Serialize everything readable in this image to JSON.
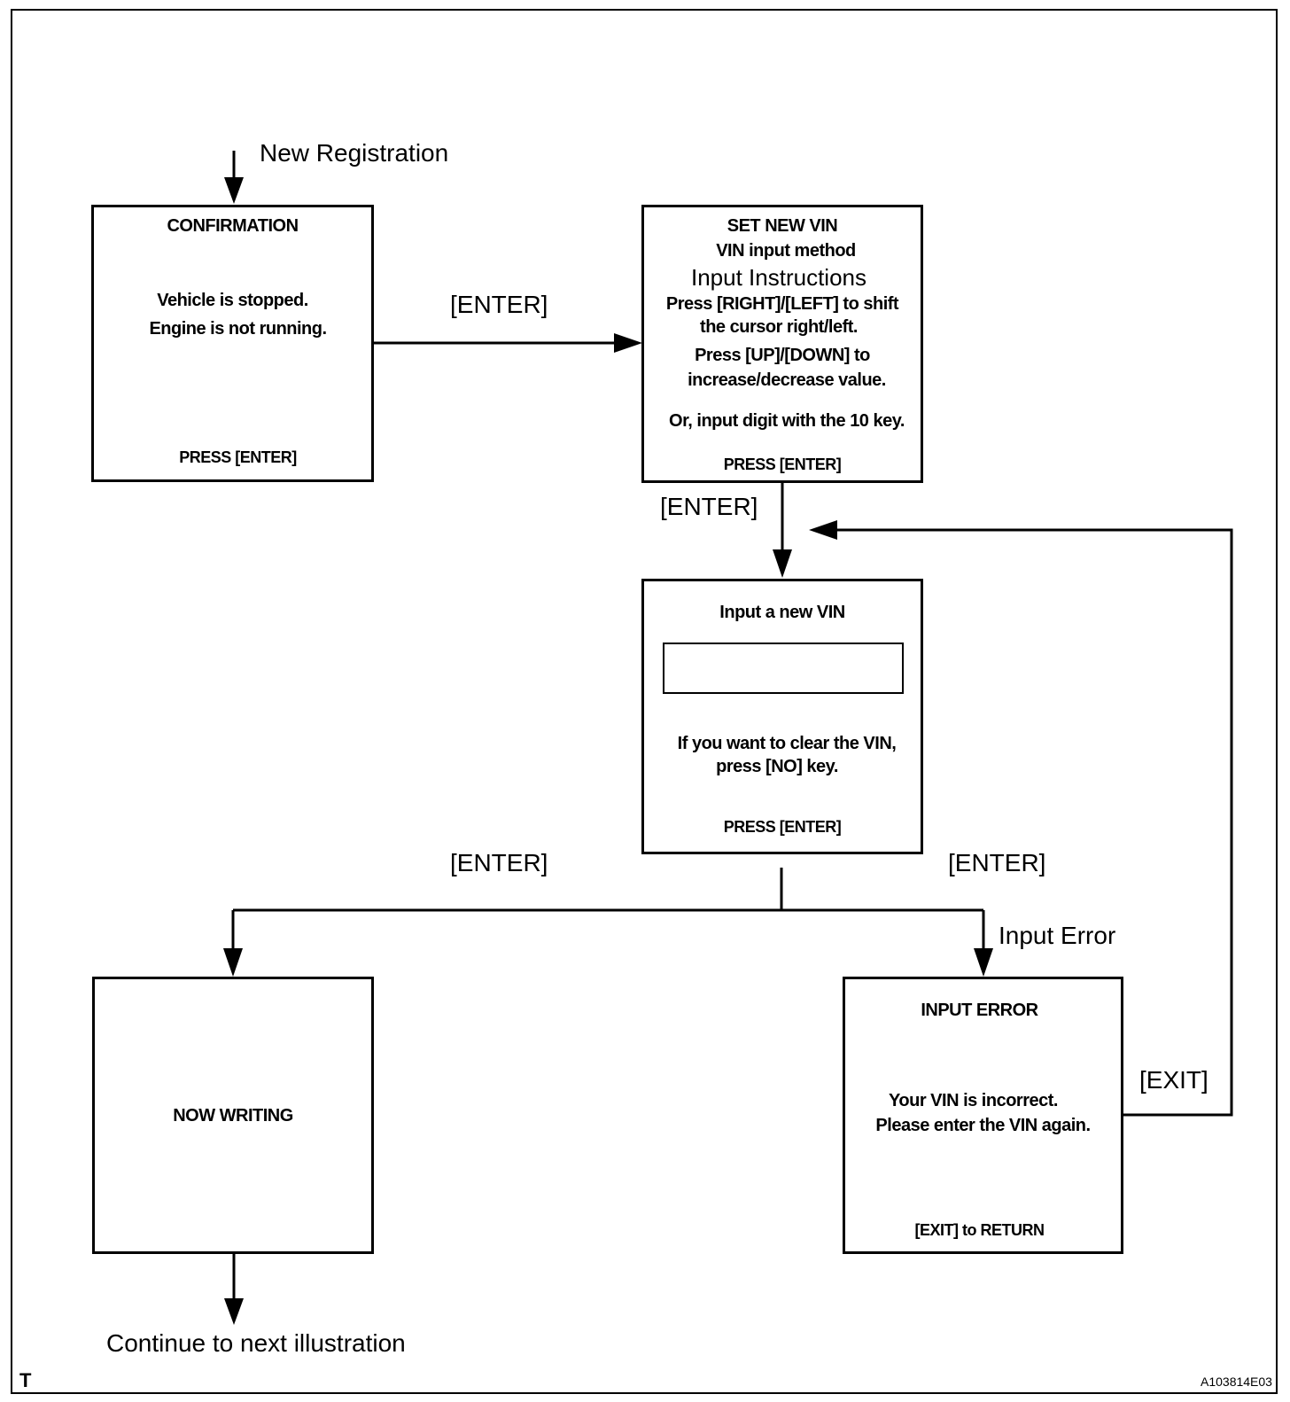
{
  "entry_label": "New Registration",
  "confirmation": {
    "title": "CONFIRMATION",
    "line1": "Vehicle is stopped.",
    "line2": "Engine is not running.",
    "footer": "PRESS [ENTER]"
  },
  "set_new_vin": {
    "title": "SET NEW VIN",
    "subtitle": "VIN input method",
    "instructions_heading": "Input Instructions",
    "line1": "Press [RIGHT]/[LEFT] to shift",
    "line2": "the cursor right/left.",
    "line3": "Press [UP]/[DOWN]  to",
    "line4": "increase/decrease value.",
    "line5": "Or, input digit with the 10 key.",
    "footer": "PRESS [ENTER]"
  },
  "input_vin": {
    "title": "Input a new VIN",
    "field_value": "",
    "line1": "If you want to clear the VIN,",
    "line2": "press [NO] key.",
    "footer": "PRESS [ENTER]"
  },
  "now_writing": {
    "title": "NOW WRITING"
  },
  "input_error": {
    "title": "INPUT  ERROR",
    "line1": "Your VIN is incorrect.",
    "line2": "Please enter the VIN again.",
    "footer": "[EXIT] to RETURN"
  },
  "edges": {
    "confirm_to_setvin": "[ENTER]",
    "setvin_to_input": "[ENTER]",
    "input_to_writing": "[ENTER]",
    "input_to_error": "[ENTER]",
    "error_condition": "Input Error",
    "error_return": "[EXIT]"
  },
  "exit_label": "Continue to next illustration",
  "corner_mark": "T",
  "figure_id": "A103814E03"
}
